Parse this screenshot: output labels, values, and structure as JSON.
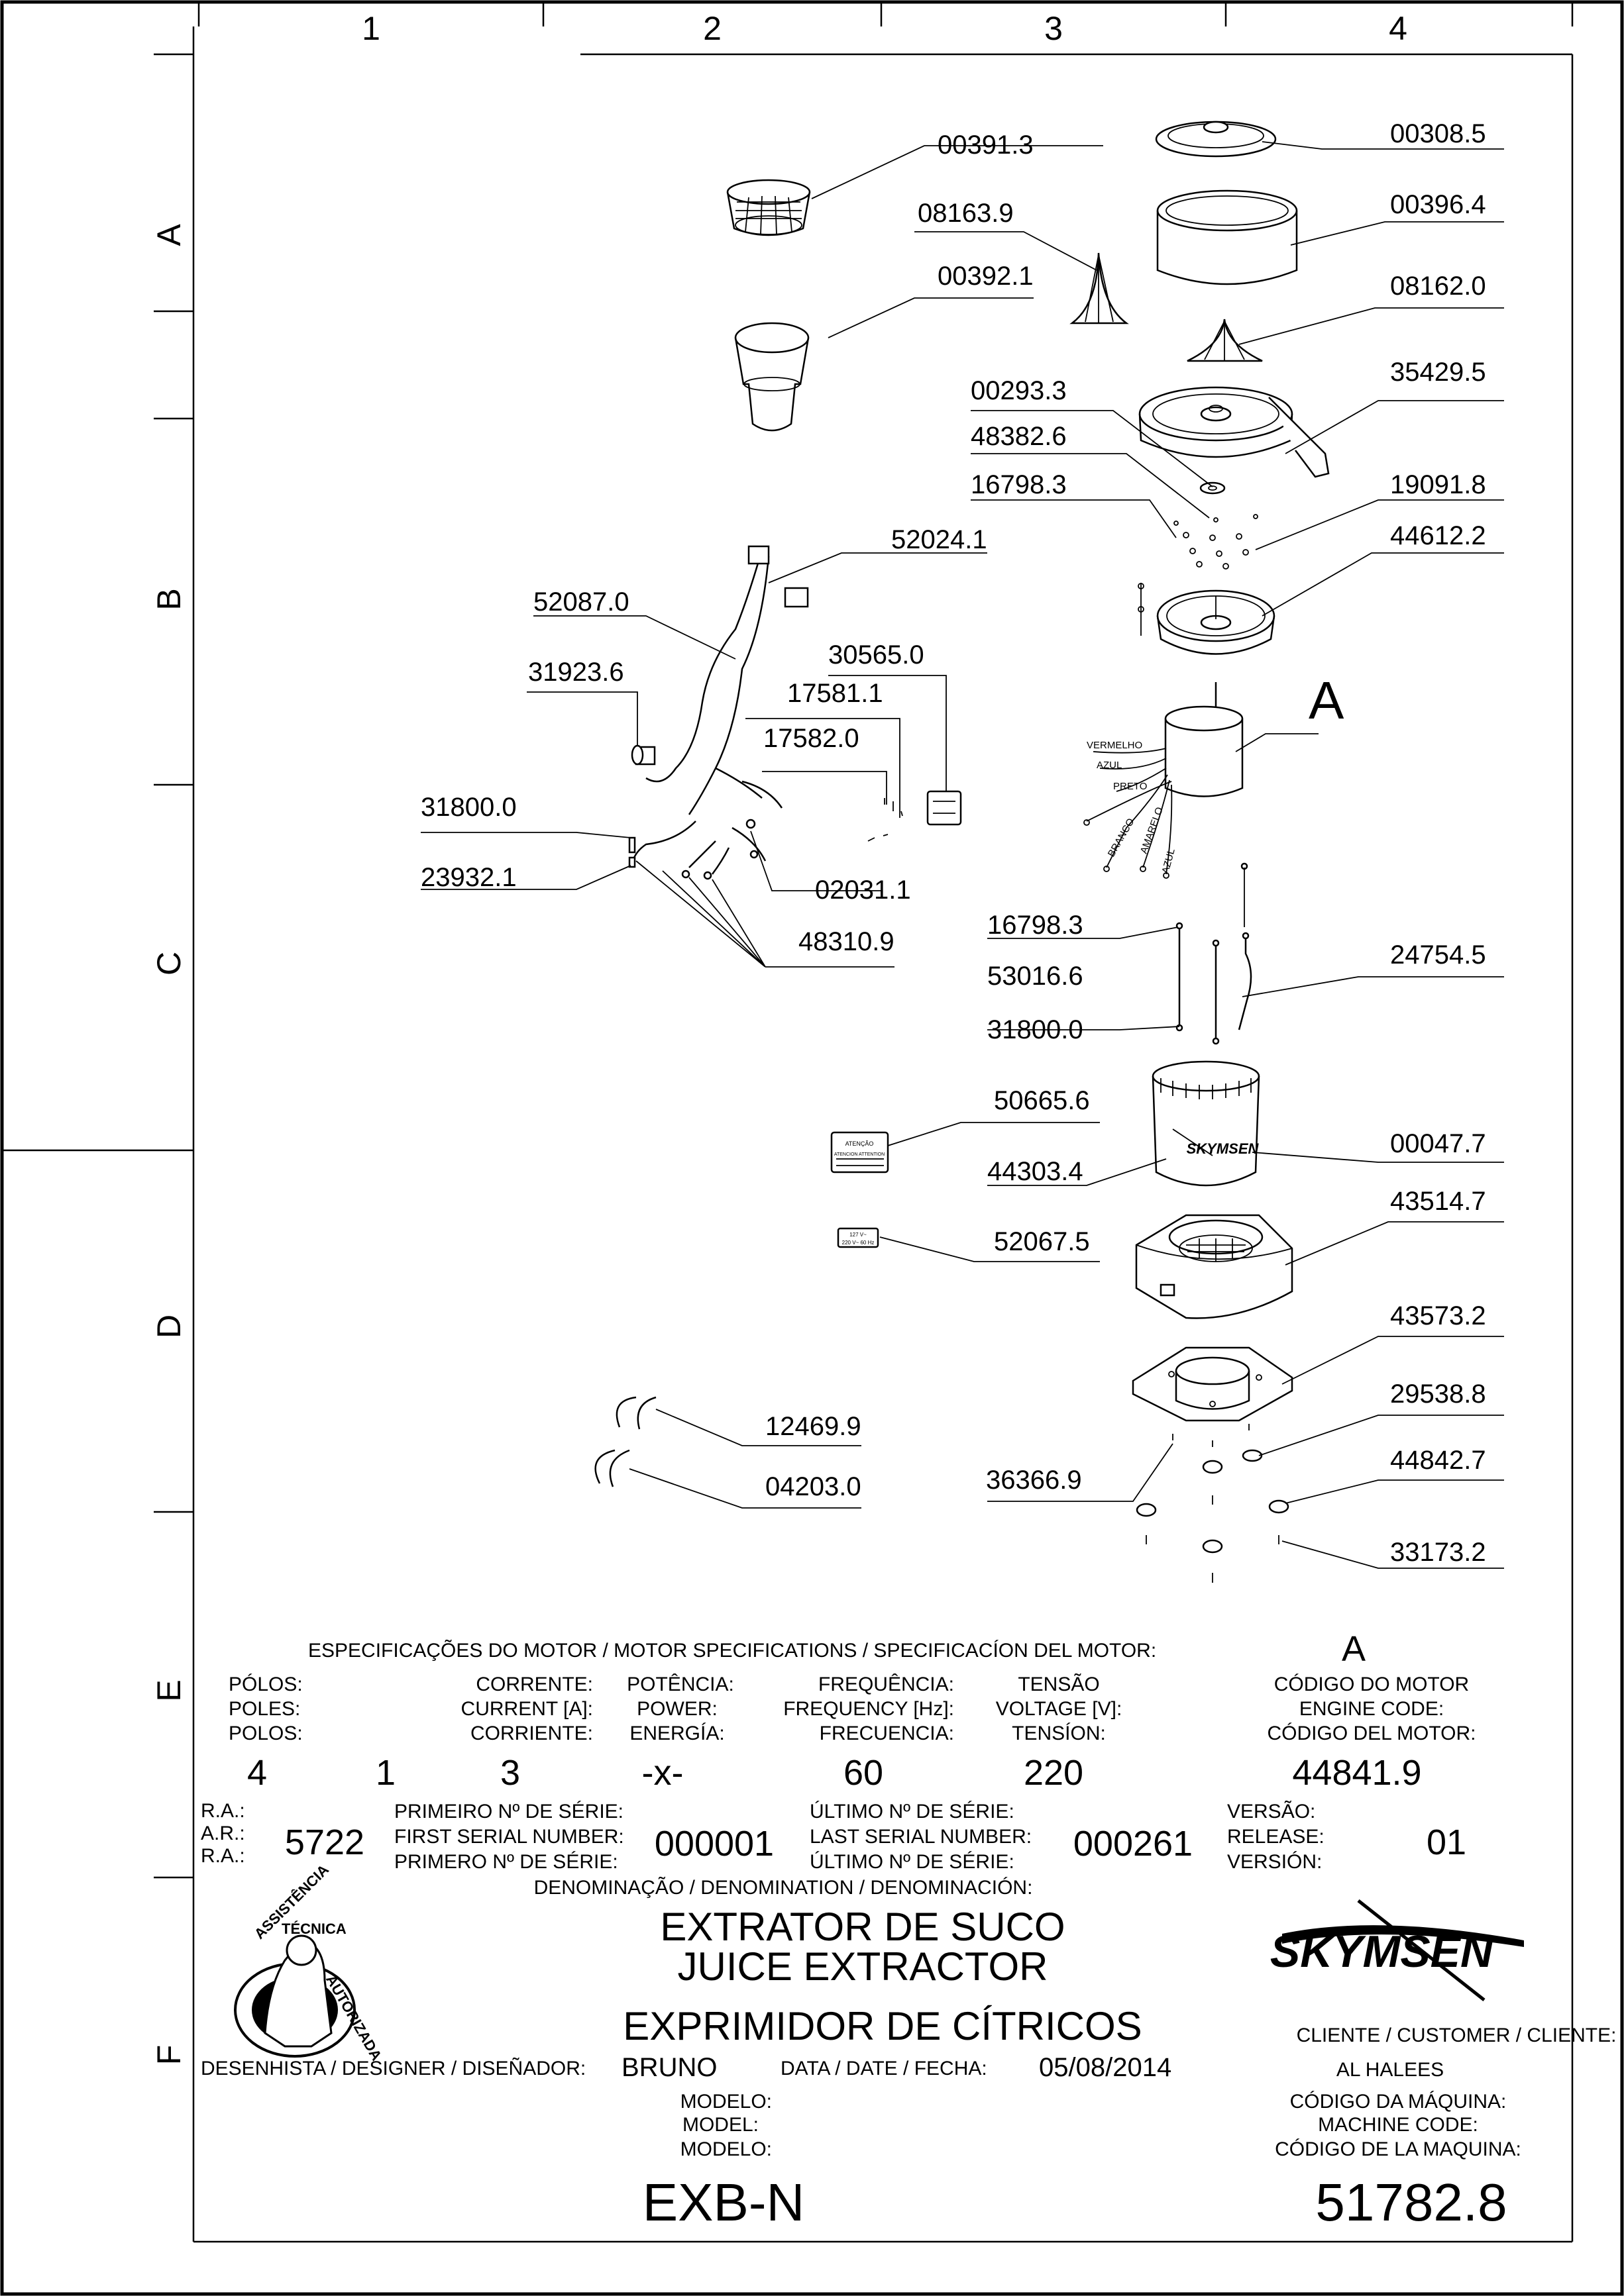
{
  "grid": {
    "columns": [
      "1",
      "2",
      "3",
      "4"
    ],
    "rows": [
      "A",
      "B",
      "C",
      "D",
      "E",
      "F"
    ]
  },
  "parts": [
    "00391.3",
    "08163.9",
    "00392.1",
    "00308.5",
    "00396.4",
    "08162.0",
    "35429.5",
    "00293.3",
    "48382.6",
    "16798.3",
    "19091.8",
    "44612.2",
    "52024.1",
    "52087.0",
    "31923.6",
    "30565.0",
    "17581.1",
    "17582.0",
    "31800.0",
    "23932.1",
    "02031.1",
    "48310.9",
    "16798.3",
    "53016.6",
    "31800.0",
    "24754.5",
    "50665.6",
    "44303.4",
    "00047.7",
    "43514.7",
    "52067.5",
    "43573.2",
    "29538.8",
    "12469.9",
    "04203.0",
    "36366.9",
    "44842.7",
    "33173.2"
  ],
  "motor_callout": "A",
  "motor_wires": [
    "VERMELHO",
    "AZUL",
    "PRETO",
    "BRANCO",
    "AMARELO",
    "AZUL"
  ],
  "brand": "SKYMSEN",
  "brand_mark": "SKYMSEN",
  "label_texts": {
    "l50665": [
      "ATENÇÃO",
      "ATENCION  ATTENTION"
    ],
    "l52067": [
      "127 V~",
      "220 V~ 60 Hz"
    ]
  },
  "seal_text": [
    "ASSISTÊNCIA",
    "TÉCNICA",
    "AUTORIZADA"
  ],
  "spec": {
    "title": "ESPECIFICAÇÕES DO MOTOR / MOTOR SPECIFICATIONS / SPECIFICACÍON DEL MOTOR:",
    "motor_ref": "A",
    "poles": [
      "PÓLOS:",
      "POLES:",
      "POLOS:"
    ],
    "current": [
      "CORRENTE:",
      "CURRENT [A]:",
      "CORRIENTE:"
    ],
    "power": [
      "POTÊNCIA:",
      "POWER:",
      "ENERGÍA:"
    ],
    "frequency": [
      "FREQUÊNCIA:",
      "FREQUENCY [Hz]:",
      "FRECUENCIA:"
    ],
    "voltage": [
      "TENSÃO",
      "VOLTAGE [V]:",
      "TENSÍON:"
    ],
    "motor_code": [
      "CÓDIGO DO MOTOR",
      "ENGINE CODE:",
      "CÓDIGO DEL MOTOR:"
    ],
    "values": {
      "poles": "4",
      "current": "1",
      "current_extra": "3",
      "power": "-x-",
      "frequency": "60",
      "voltage": "220",
      "motor_code": "44841.9"
    }
  },
  "serial": {
    "ra_labels": [
      "R.A.:",
      "A.R.:",
      "R.A.:"
    ],
    "ra_value": "5722",
    "first_labels": [
      "PRIMEIRO Nº DE SÉRIE:",
      "FIRST SERIAL NUMBER:",
      "PRIMERO Nº DE SÉRIE:"
    ],
    "first_value": "000001",
    "last_labels": [
      "ÚLTIMO Nº DE SÉRIE:",
      "LAST SERIAL NUMBER:",
      "ÚLTIMO Nº DE SÉRIE:"
    ],
    "last_value": "000261",
    "version_labels": [
      "VERSÃO:",
      "RELEASE:",
      "VERSIÓN:"
    ],
    "version_value": "01"
  },
  "denomination": {
    "label": "DENOMINAÇÃO / DENOMINATION / DENOMINACIÓN:",
    "lines": [
      "EXTRATOR DE SUCO",
      "JUICE EXTRACTOR",
      "EXPRIMIDOR DE CÍTRICOS"
    ]
  },
  "designer": {
    "label": "DESENHISTA / DESIGNER / DISEÑADOR:",
    "value": "BRUNO"
  },
  "date": {
    "label": "DATA / DATE / FECHA:",
    "value": "05/08/2014"
  },
  "customer": {
    "label": "CLIENTE / CUSTOMER / CLIENTE:",
    "value": "AL HALEES"
  },
  "model": {
    "labels": [
      "MODELO:",
      "MODEL:",
      "MODELO:"
    ],
    "value": "EXB-N"
  },
  "machine_code": {
    "labels": [
      "CÓDIGO DA MÁQUINA:",
      "MACHINE CODE:",
      "CÓDIGO DE LA MAQUINA:"
    ],
    "value": "51782.8"
  }
}
